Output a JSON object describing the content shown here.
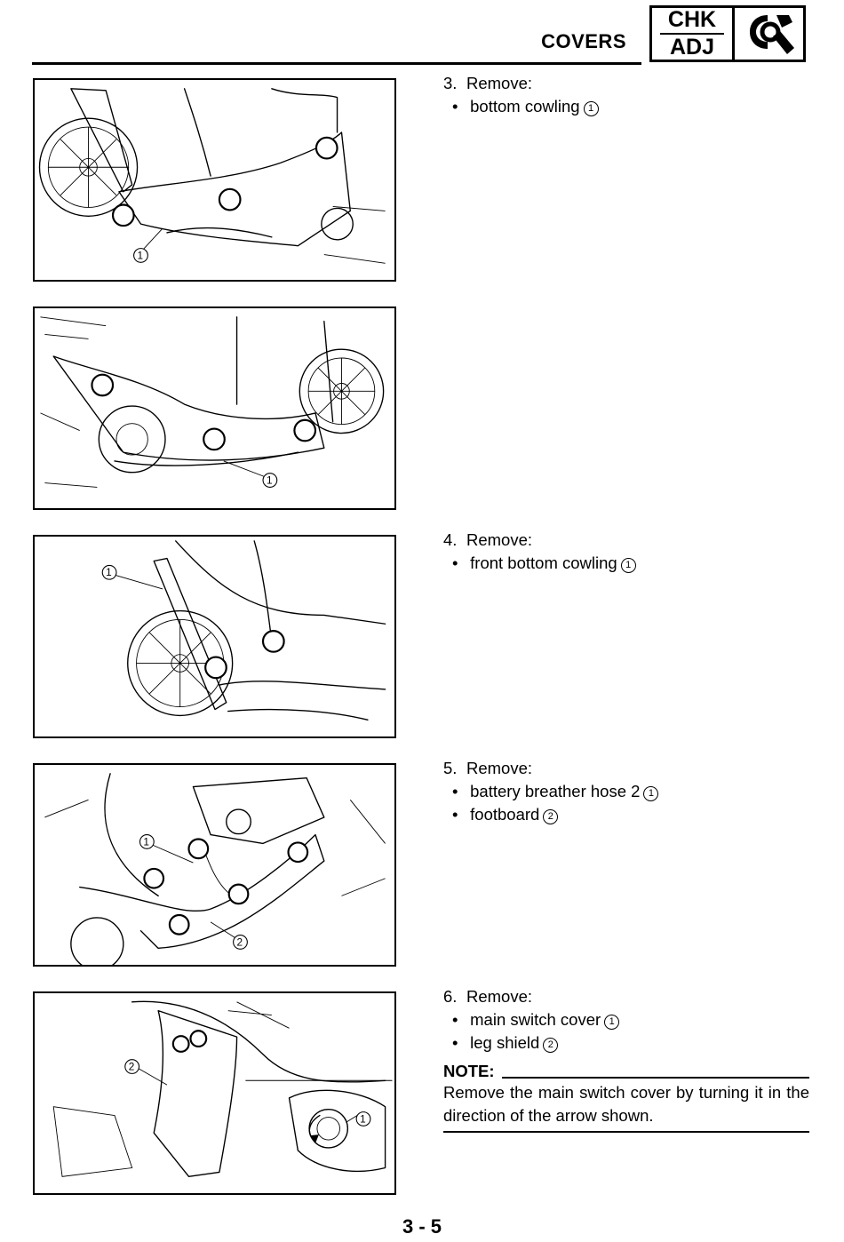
{
  "header": {
    "section_title": "COVERS",
    "badge_top": "CHK",
    "badge_bottom": "ADJ",
    "badge_icon": "wrench-check-icon"
  },
  "figure_callouts": {
    "fig1": [
      "1"
    ],
    "fig2": [
      "1"
    ],
    "fig3": [
      "1"
    ],
    "fig4": [
      "1",
      "2"
    ],
    "fig5": [
      "2",
      "1"
    ]
  },
  "steps": [
    {
      "number": "3.",
      "action": "Remove:",
      "items": [
        {
          "text": "bottom cowling",
          "ref": "1"
        }
      ]
    },
    {
      "number": "4.",
      "action": "Remove:",
      "items": [
        {
          "text": "front bottom cowling",
          "ref": "1"
        }
      ]
    },
    {
      "number": "5.",
      "action": "Remove:",
      "items": [
        {
          "text": "battery breather hose 2",
          "ref": "1"
        },
        {
          "text": "footboard",
          "ref": "2"
        }
      ]
    },
    {
      "number": "6.",
      "action": "Remove:",
      "items": [
        {
          "text": "main switch cover",
          "ref": "1"
        },
        {
          "text": "leg shield",
          "ref": "2"
        }
      ]
    }
  ],
  "note": {
    "label": "NOTE:",
    "text": "Remove the main switch cover by turning it in the direction of the arrow shown."
  },
  "page_number": "3 - 5"
}
